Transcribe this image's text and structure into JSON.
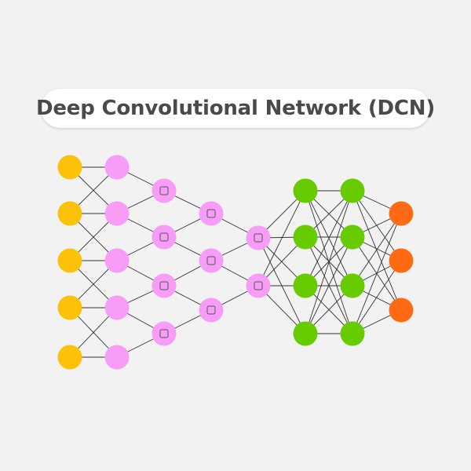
{
  "title": "Deep Convolutional Network (DCN)",
  "colors": {
    "input": "#fcc20a",
    "convolution": "#f79df7",
    "hidden": "#66cc00",
    "output": "#ff6a13",
    "edge": "#333333",
    "sticker_border": "#ffffff"
  },
  "layers": [
    {
      "kind": "input",
      "count": 5
    },
    {
      "kind": "convolution",
      "count": 5
    },
    {
      "kind": "convolution",
      "count": 4,
      "icon": "square-icon"
    },
    {
      "kind": "convolution",
      "count": 3,
      "icon": "square-icon"
    },
    {
      "kind": "convolution",
      "count": 2,
      "icon": "square-icon"
    },
    {
      "kind": "hidden",
      "count": 4
    },
    {
      "kind": "hidden",
      "count": 4
    },
    {
      "kind": "output",
      "count": 3
    }
  ]
}
